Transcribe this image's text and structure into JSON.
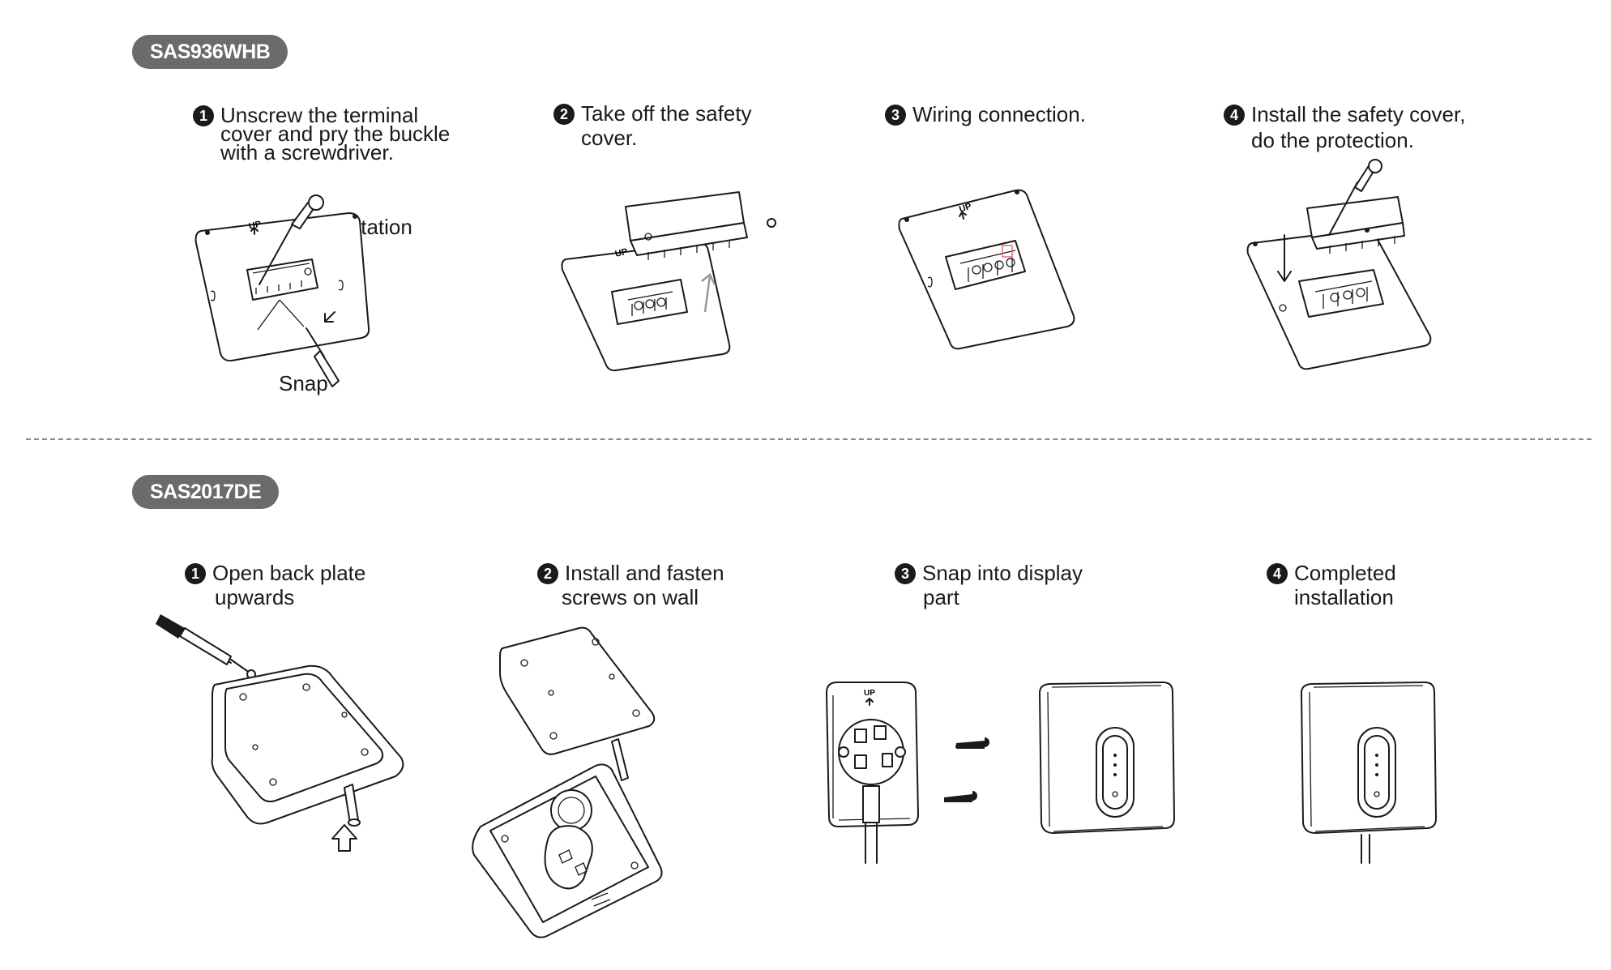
{
  "sections": [
    {
      "model": "SAS936WHB",
      "steps": [
        {
          "num": "1",
          "line1": "Unscrew the terminal",
          "line2": "cover and pry the buckle",
          "line3": "with a screwdriver."
        },
        {
          "num": "2",
          "line1": "Take off the safety",
          "line2": "cover."
        },
        {
          "num": "3",
          "line1": "Wiring connection."
        },
        {
          "num": "4",
          "line1": "Install the safety cover,",
          "line2": "do the protection."
        }
      ],
      "labels": {
        "rotation": "Rotation",
        "snap": "Snap",
        "up_mark": "UP"
      }
    },
    {
      "model": "SAS2017DE",
      "steps": [
        {
          "num": "1",
          "line1": "Open back plate",
          "line2": "upwards"
        },
        {
          "num": "2",
          "line1": "Install and fasten",
          "line2": "screws on wall"
        },
        {
          "num": "3",
          "line1": "Snap into display",
          "line2": "part"
        },
        {
          "num": "4",
          "line1": "Completed",
          "line2": "installation"
        }
      ],
      "labels": {
        "up_mark": "UP"
      }
    }
  ]
}
